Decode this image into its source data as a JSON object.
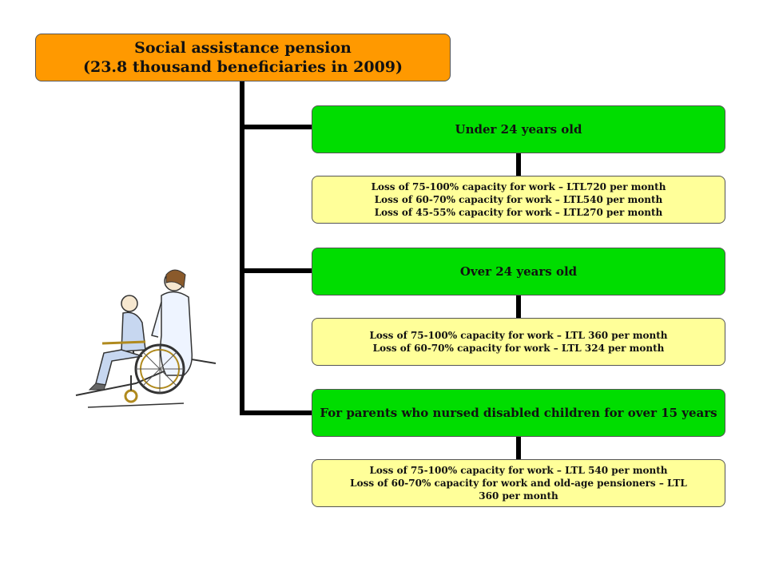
{
  "root": {
    "line1": "Social assistance pension",
    "line2": "(23.8 thousand beneficiaries in 2009)"
  },
  "groups": [
    {
      "heading": "Under 24 years old",
      "details": [
        "Loss of 75-100% capacity for work – LTL720 per month",
        "Loss of 60-70% capacity for work – LTL540 per month",
        "Loss of 45-55% capacity for work – LTL270 per month"
      ]
    },
    {
      "heading": "Over 24 years old",
      "details": [
        "Loss of 75-100% capacity for work – LTL 360 per month",
        "Loss of 60-70% capacity for work – LTL 324 per month"
      ]
    },
    {
      "heading": "For parents who nursed disabled children for over 15 years",
      "details": [
        "Loss of 75-100% capacity for work – LTL 540 per month",
        "Loss of 60-70% capacity for work and old-age pensioners – LTL",
        "360 per month"
      ]
    }
  ],
  "colors": {
    "root_fill": "#ff9900",
    "heading_fill": "#00dd00",
    "detail_fill": "#ffff99"
  },
  "illustration": "wheelchair-caregiver-clipart"
}
